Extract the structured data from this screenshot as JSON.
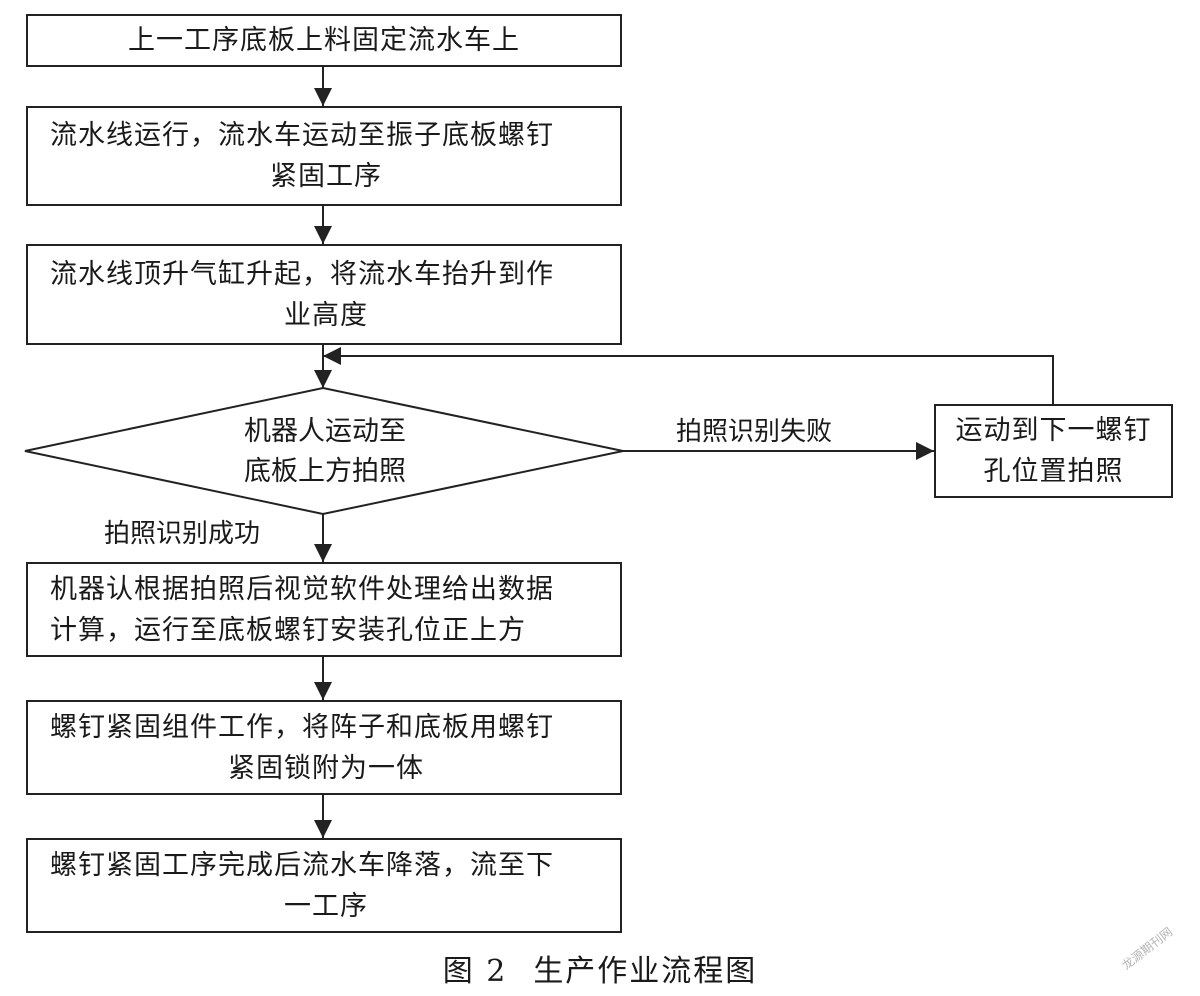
{
  "steps": [
    {
      "line1": "上一工序底板上料固定流水车上"
    },
    {
      "line1": "流水线运行，流水车运动至振子底板螺钉",
      "line2": "紧固工序"
    },
    {
      "line1": "流水线顶升气缸升起，将流水车抬升到作",
      "line2": "业高度"
    },
    {
      "line1": "机器认根据拍照后视觉软件处理给出数据",
      "line2": "计算，运行至底板螺钉安装孔位正上方"
    },
    {
      "line1": "螺钉紧固组件工作，将阵子和底板用螺钉",
      "line2": "紧固锁附为一体"
    },
    {
      "line1": "螺钉紧固工序完成后流水车降落，流至下",
      "line2": "一工序"
    }
  ],
  "decision": {
    "line1": "机器人运动至",
    "line2": "底板上方拍照"
  },
  "retry_box": {
    "line1": "运动到下一螺钉",
    "line2": "孔位置拍照"
  },
  "labels": {
    "fail": "拍照识别失败",
    "success": "拍照识别成功"
  },
  "caption": {
    "number": "图 2",
    "title": "生产作业流程图"
  },
  "watermark": "龙源期刊网",
  "colors": {
    "stroke": "#222222",
    "background": "#ffffff"
  }
}
